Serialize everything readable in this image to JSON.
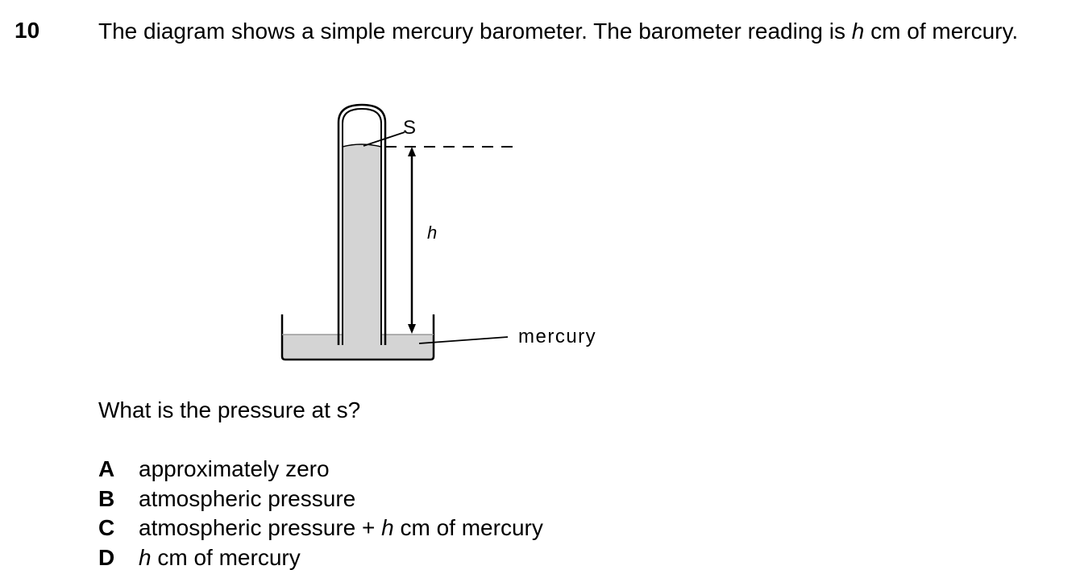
{
  "question": {
    "number": "10",
    "stem_part1": "The diagram shows a simple mercury barometer. The barometer reading is ",
    "stem_var": "h",
    "stem_part2": " cm of mercury.",
    "prompt": "What is the pressure at s?"
  },
  "diagram": {
    "label_s": "S",
    "label_h": "h",
    "label_mercury": "mercury",
    "colors": {
      "mercury_fill": "#d4d4d4",
      "line": "#000000"
    }
  },
  "options": [
    {
      "letter": "A",
      "pre": "",
      "var": "",
      "text": "approximately zero"
    },
    {
      "letter": "B",
      "pre": "",
      "var": "",
      "text": "atmospheric pressure"
    },
    {
      "letter": "C",
      "pre": "atmospheric pressure + ",
      "var": "h",
      "text": " cm of mercury"
    },
    {
      "letter": "D",
      "pre": "",
      "var": "h",
      "text": " cm of mercury"
    }
  ]
}
